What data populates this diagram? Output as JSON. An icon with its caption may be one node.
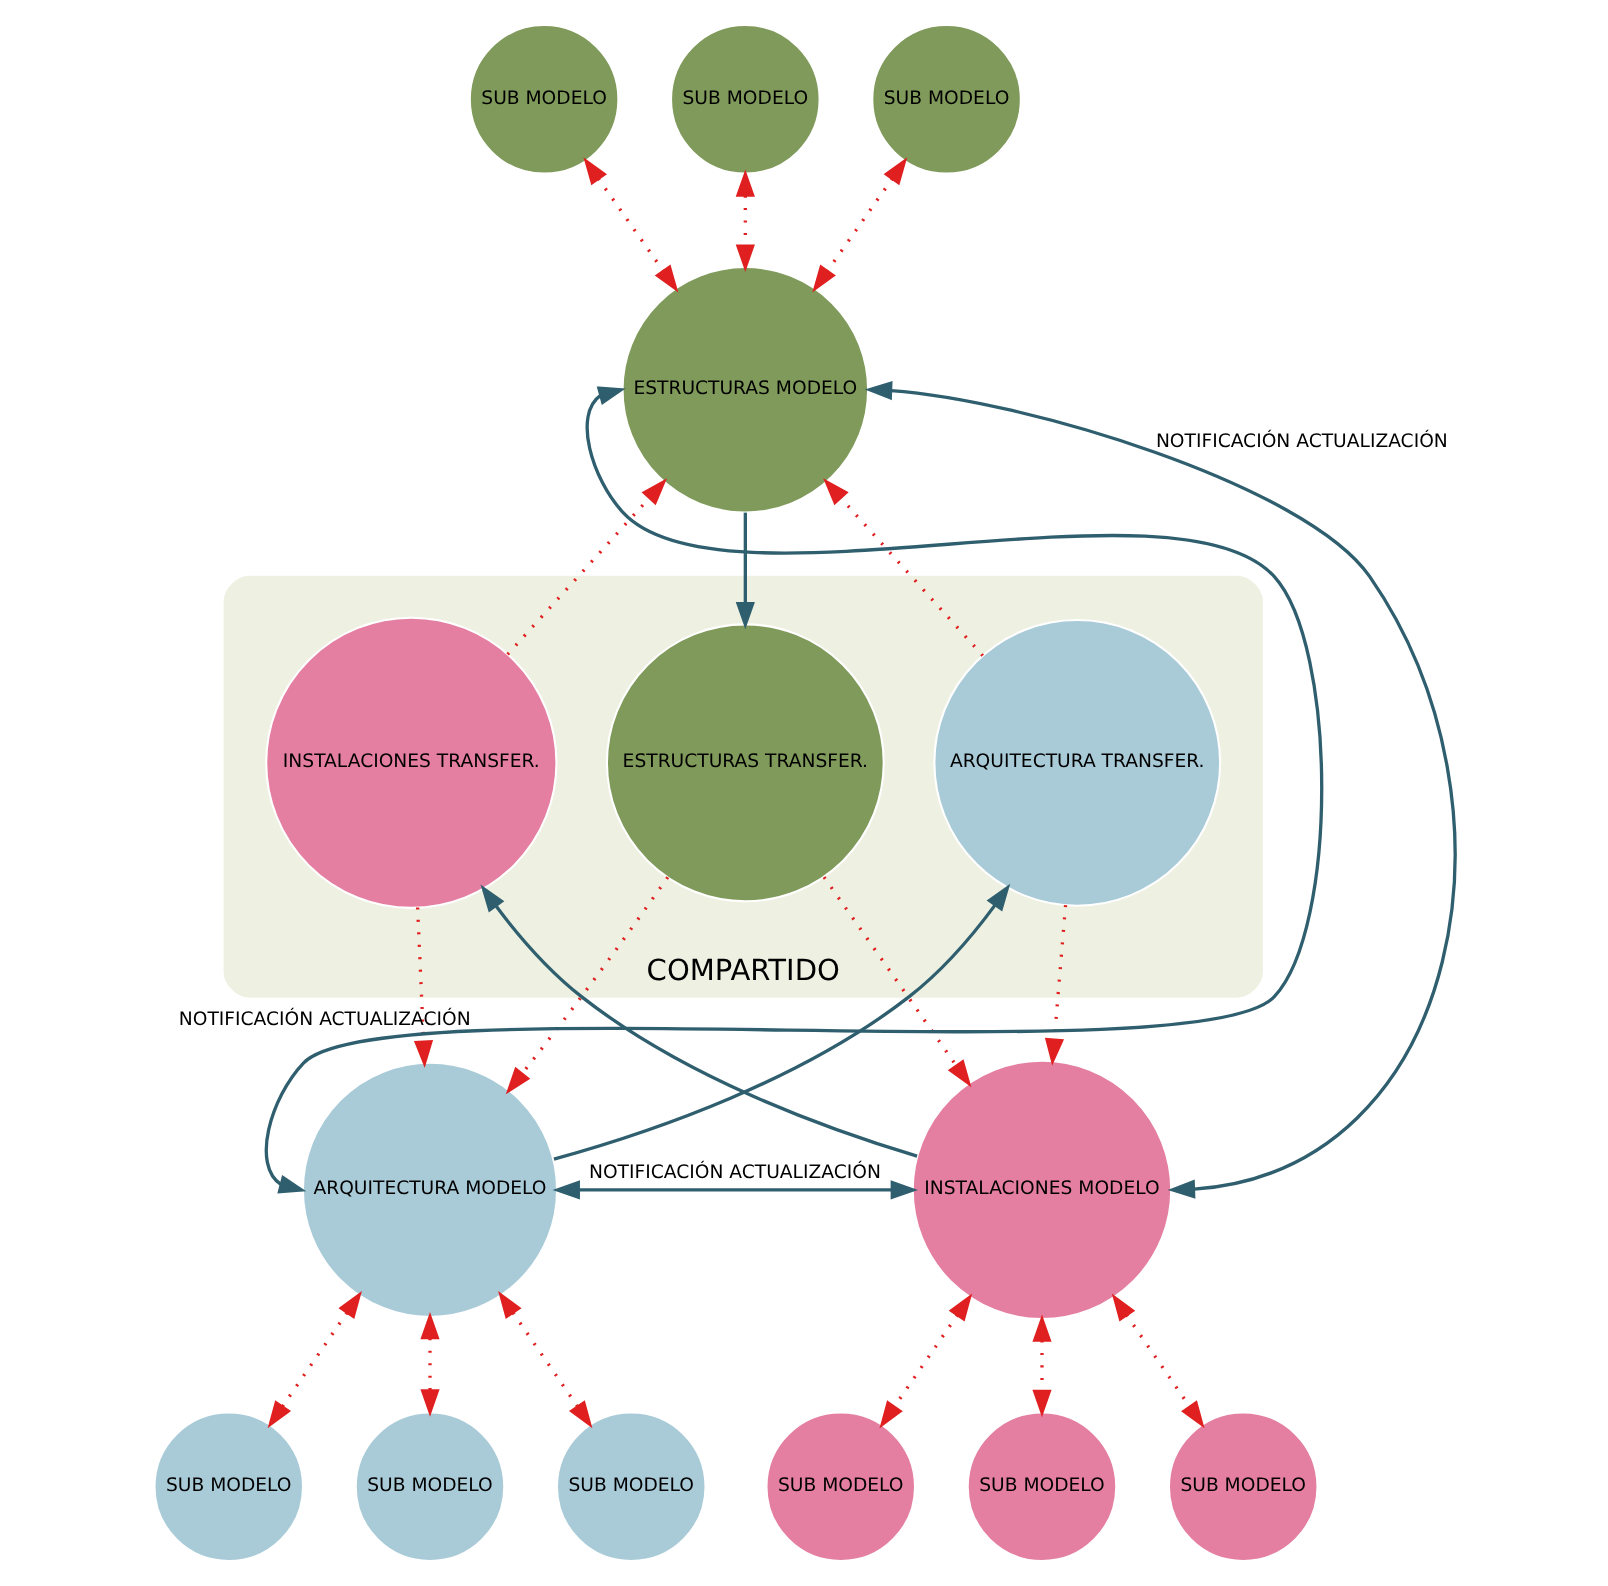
{
  "diagram": {
    "nodes": [
      {
        "text": [
          "SUB MODELO"
        ]
      },
      {
        "text": [
          "SUB MODELO"
        ]
      },
      {
        "text": [
          "SUB MODELO"
        ]
      },
      {
        "text": [
          "ESTRUCTURAS MODELO"
        ]
      },
      {
        "text": [
          "COMPARTIDO"
        ]
      },
      {
        "text": [
          "ESTRUCTURAS TRANSFER."
        ],
        "in": 4
      },
      {
        "text": [
          "ARQUITECTURA TRANSFER."
        ],
        "in": 4
      },
      {
        "text": [
          "INSTALACIONES TRANSFER."
        ],
        "in": 4
      },
      {
        "text": [
          "ARQUITECTURA MODELO"
        ]
      },
      {
        "text": [
          "INSTALACIONES MODELO"
        ]
      },
      {
        "text": [
          "SUB MODELO"
        ]
      },
      {
        "text": [
          "SUB MODELO"
        ]
      },
      {
        "text": [
          "SUB MODELO"
        ]
      },
      {
        "text": [
          "SUB MODELO"
        ]
      },
      {
        "text": [
          "SUB MODELO"
        ]
      },
      {
        "text": [
          "SUB MODELO"
        ]
      }
    ],
    "edges": [
      {
        "from": 0,
        "to": 3,
        "arrow": "both",
        "style": "dashed"
      },
      {
        "from": 1,
        "to": 3,
        "arrow": "both",
        "style": "dashed"
      },
      {
        "from": 2,
        "to": 3,
        "arrow": "both",
        "style": "dashed"
      },
      {
        "from": 3,
        "to": 5,
        "arrow": "to",
        "color": "#2f5f6e"
      },
      {
        "from": 6,
        "to": 3,
        "arrow": "to",
        "style": "dashed"
      },
      {
        "from": 7,
        "to": 3,
        "arrow": "to",
        "style": "dashed"
      },
      {
        "from": 5,
        "to": 8,
        "arrow": "to",
        "style": "dashed"
      },
      {
        "from": 5,
        "to": 9,
        "arrow": "to",
        "style": "dashed"
      },
      {
        "from": 8,
        "to": 6,
        "arrow": "to",
        "color": "#2f5f6e"
      },
      {
        "from": 9,
        "to": 7,
        "arrow": "to",
        "color": "#2f5f6e"
      },
      {
        "from": 6,
        "to": 9,
        "arrow": "to",
        "style": "dashed"
      },
      {
        "from": 7,
        "to": 8,
        "arrow": "to",
        "style": "dashed"
      },
      {
        "from": 8,
        "to": 3,
        "arrow": "both",
        "label": "NOTIFICACIÓN ACTUALIZACIÓN",
        "color": "#2f5f6e"
      },
      {
        "from": 9,
        "to": 3,
        "arrow": "both",
        "label": "NOTIFICACIÓN ACTUALIZACIÓN",
        "color": "#2f5f6e"
      },
      {
        "from": 8,
        "to": 9,
        "arrow": "both",
        "label": "NOTIFICACIÓN ACTUALIZACIÓN",
        "color": "#2f5f6e"
      },
      {
        "from": 8,
        "to": 10,
        "arrow": "both",
        "style": "dashed"
      },
      {
        "from": 8,
        "to": 11,
        "arrow": "both",
        "style": "dashed"
      },
      {
        "from": 8,
        "to": 12,
        "arrow": "both",
        "style": "dashed"
      },
      {
        "from": 9,
        "to": 13,
        "arrow": "both",
        "style": "dashed"
      },
      {
        "from": 9,
        "to": 14,
        "arrow": "both",
        "style": "dashed"
      },
      {
        "from": 9,
        "to": 15,
        "arrow": "both",
        "style": "dashed"
      }
    ]
  }
}
